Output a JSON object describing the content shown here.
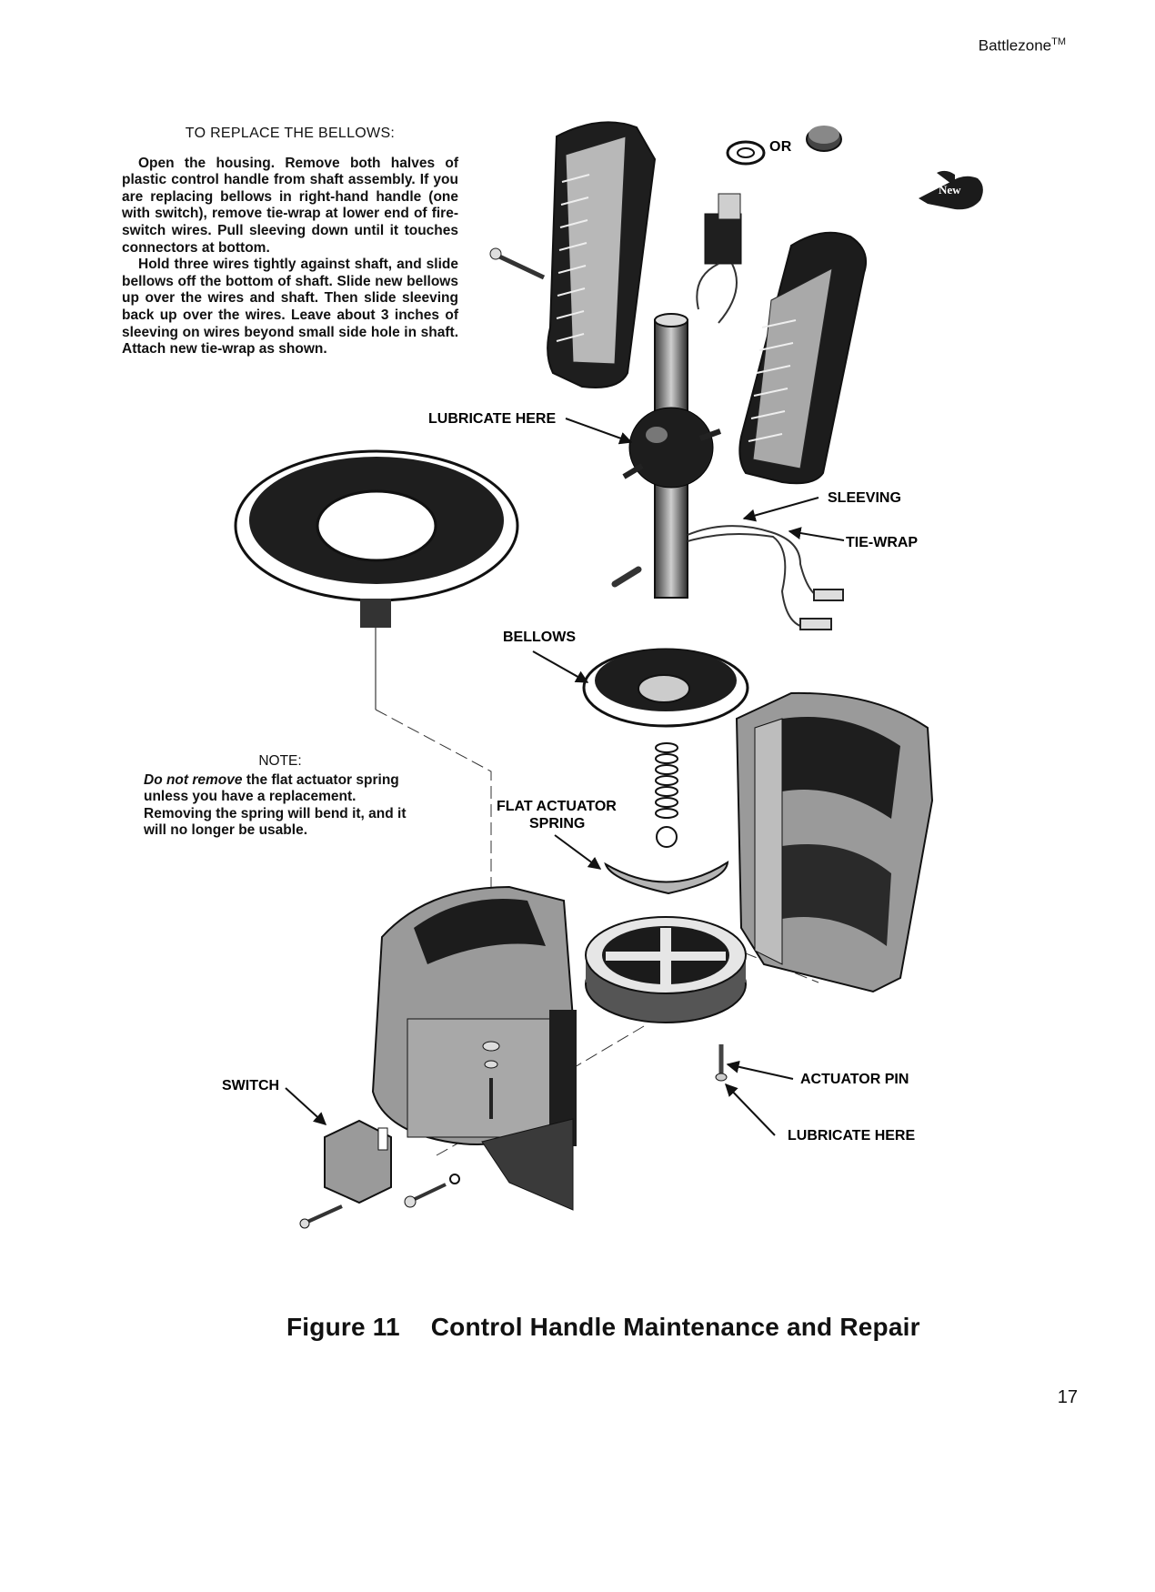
{
  "header": {
    "title": "Battlezone",
    "tm": "TM"
  },
  "instructions": {
    "heading": "TO REPLACE THE BELLOWS:",
    "paragraph1": "Open the housing. Remove both halves of plastic control handle from shaft assembly. If you are replacing bellows in right-hand handle (one with switch), remove tie-wrap at lower end of fire-switch wires. Pull sleeving down until it touches connectors at bottom.",
    "paragraph2": "Hold three wires tightly against shaft, and slide bellows off the bottom of shaft. Slide new bellows up over the wires and shaft. Then slide sleeving back up over the wires. Leave about 3 inches of sleeving on wires beyond small side hole in shaft. Attach new tie-wrap as shown."
  },
  "note": {
    "title": "NOTE:",
    "emphasis": "Do not remove",
    "text": " the flat actuator spring unless you have a replacement. Removing the spring will bend it, and it will no longer be usable."
  },
  "labels": {
    "or": "OR",
    "new_badge": "New",
    "lubricate_here_top": "LUBRICATE HERE",
    "sleeving": "SLEEVING",
    "tie_wrap": "TIE-WRAP",
    "bellows": "BELLOWS",
    "flat_actuator_spring_1": "FLAT ACTUATOR",
    "flat_actuator_spring_2": "SPRING",
    "actuator_pin": "ACTUATOR PIN",
    "lubricate_here_bottom": "LUBRICATE HERE",
    "switch": "SWITCH"
  },
  "caption": {
    "figure": "Figure 11",
    "title": "Control Handle Maintenance and Repair"
  },
  "page_number": "17"
}
